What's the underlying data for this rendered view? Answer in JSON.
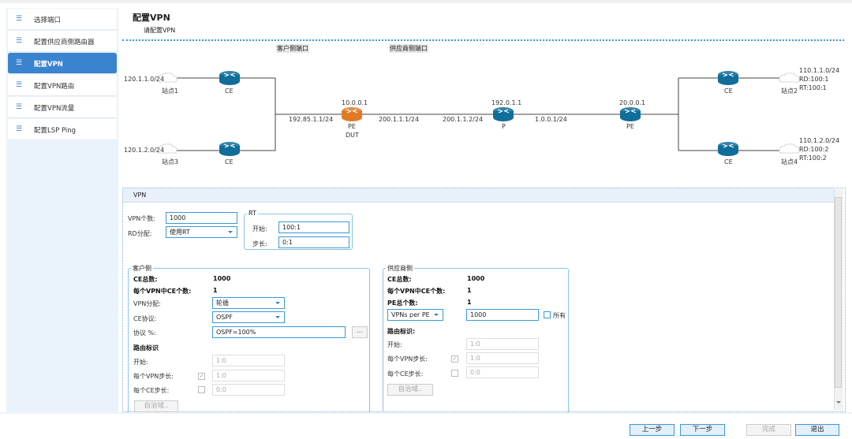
{
  "sidebar": {
    "items": [
      {
        "label": "选择端口",
        "icon": "list-icon"
      },
      {
        "label": "配置供应商侧路由器",
        "icon": "list-icon"
      },
      {
        "label": "配置VPN",
        "icon": "list-icon",
        "selected": true
      },
      {
        "label": "配置VPN路由",
        "icon": "list-icon"
      },
      {
        "label": "配置VPN流量",
        "icon": "list-icon"
      },
      {
        "label": "配置LSP Ping",
        "icon": "list-icon"
      }
    ],
    "icon_glyph": "☰"
  },
  "header": {
    "title": "配置VPN",
    "subtitle": "请配置VPN"
  },
  "diagram": {
    "customer_port_label": "客户侧端口",
    "provider_port_label": "供应商侧端口",
    "site1": {
      "net": "120.1.1.0/24",
      "name": "站点1"
    },
    "site3": {
      "net": "120.1.2.0/24",
      "name": "站点3"
    },
    "ce_label": "CE",
    "dut": {
      "ip": "10.0.0.1",
      "label": "PE",
      "sub": "DUT",
      "left_if": "192.85.1.1/24",
      "right_if": "200.1.1.1/24"
    },
    "p": {
      "ip": "192.0.1.1",
      "label": "P",
      "left_if": "200.1.1.2/24",
      "right_if": "1.0.0.1/24"
    },
    "pe": {
      "ip": "20.0.0.1",
      "label": "PE"
    },
    "site2": {
      "name": "站点2",
      "net": "110.1.1.0/24",
      "rd": "RD:100:1",
      "rt": "RT:100:1"
    },
    "site4": {
      "name": "站点4",
      "net": "110.1.2.0/24",
      "rd": "RD:100:2",
      "rt": "RT:100:2"
    },
    "colors": {
      "router": "#0f6e9a",
      "dut_router": "#e07b24"
    }
  },
  "panel": {
    "title": "VPN",
    "vpn_count_label": "VPN个数:",
    "vpn_count": "1000",
    "rd_label": "RD分配:",
    "rd_value": "使用RT",
    "rt": {
      "legend": "RT",
      "start_label": "开始:",
      "start": "100:1",
      "step_label": "步长:",
      "step": "0:1"
    },
    "customer": {
      "legend": "客户侧",
      "ce_total_label": "CE总数:",
      "ce_total": "1000",
      "ce_per_vpn_label": "每个VPN中CE个数:",
      "ce_per_vpn": "1",
      "vpn_alloc_label": "VPN分配:",
      "vpn_alloc": "轮循",
      "ce_proto_label": "CE协议:",
      "ce_proto": "OSPF",
      "proto_pct_label": "协议 %:",
      "proto_pct": "OSPF=100%",
      "more_button": "...",
      "route_id_label": "路由标识",
      "start_label": "开始:",
      "start": "1:0",
      "vpn_step_label": "每个VPN步长:",
      "vpn_step": "1:0",
      "vpn_step_checked": true,
      "ce_step_label": "每个CE步长:",
      "ce_step": "0:0",
      "ce_step_checked": false,
      "as_button": "自治域.."
    },
    "provider": {
      "legend": "供应商侧",
      "ce_total_label": "CE总数:",
      "ce_total": "1000",
      "ce_per_vpn_label": "每个VPN中CE个数:",
      "ce_per_vpn": "1",
      "pe_total_label": "PE总个数:",
      "pe_total": "1",
      "mode": "VPNs per PE",
      "mode_value": "1000",
      "all_label": "所有",
      "all_checked": false,
      "route_id_label": "路由标识:",
      "start_label": "开始:",
      "start": "1:0",
      "vpn_step_label": "每个VPN步长:",
      "vpn_step": "1:0",
      "vpn_step_checked": true,
      "ce_step_label": "每个CE步长:",
      "ce_step": "0:0",
      "ce_step_checked": false,
      "as_button": "自治域.."
    }
  },
  "footer": {
    "prev": "上一步",
    "next": "下一步",
    "finish": "完成",
    "exit": "退出"
  }
}
